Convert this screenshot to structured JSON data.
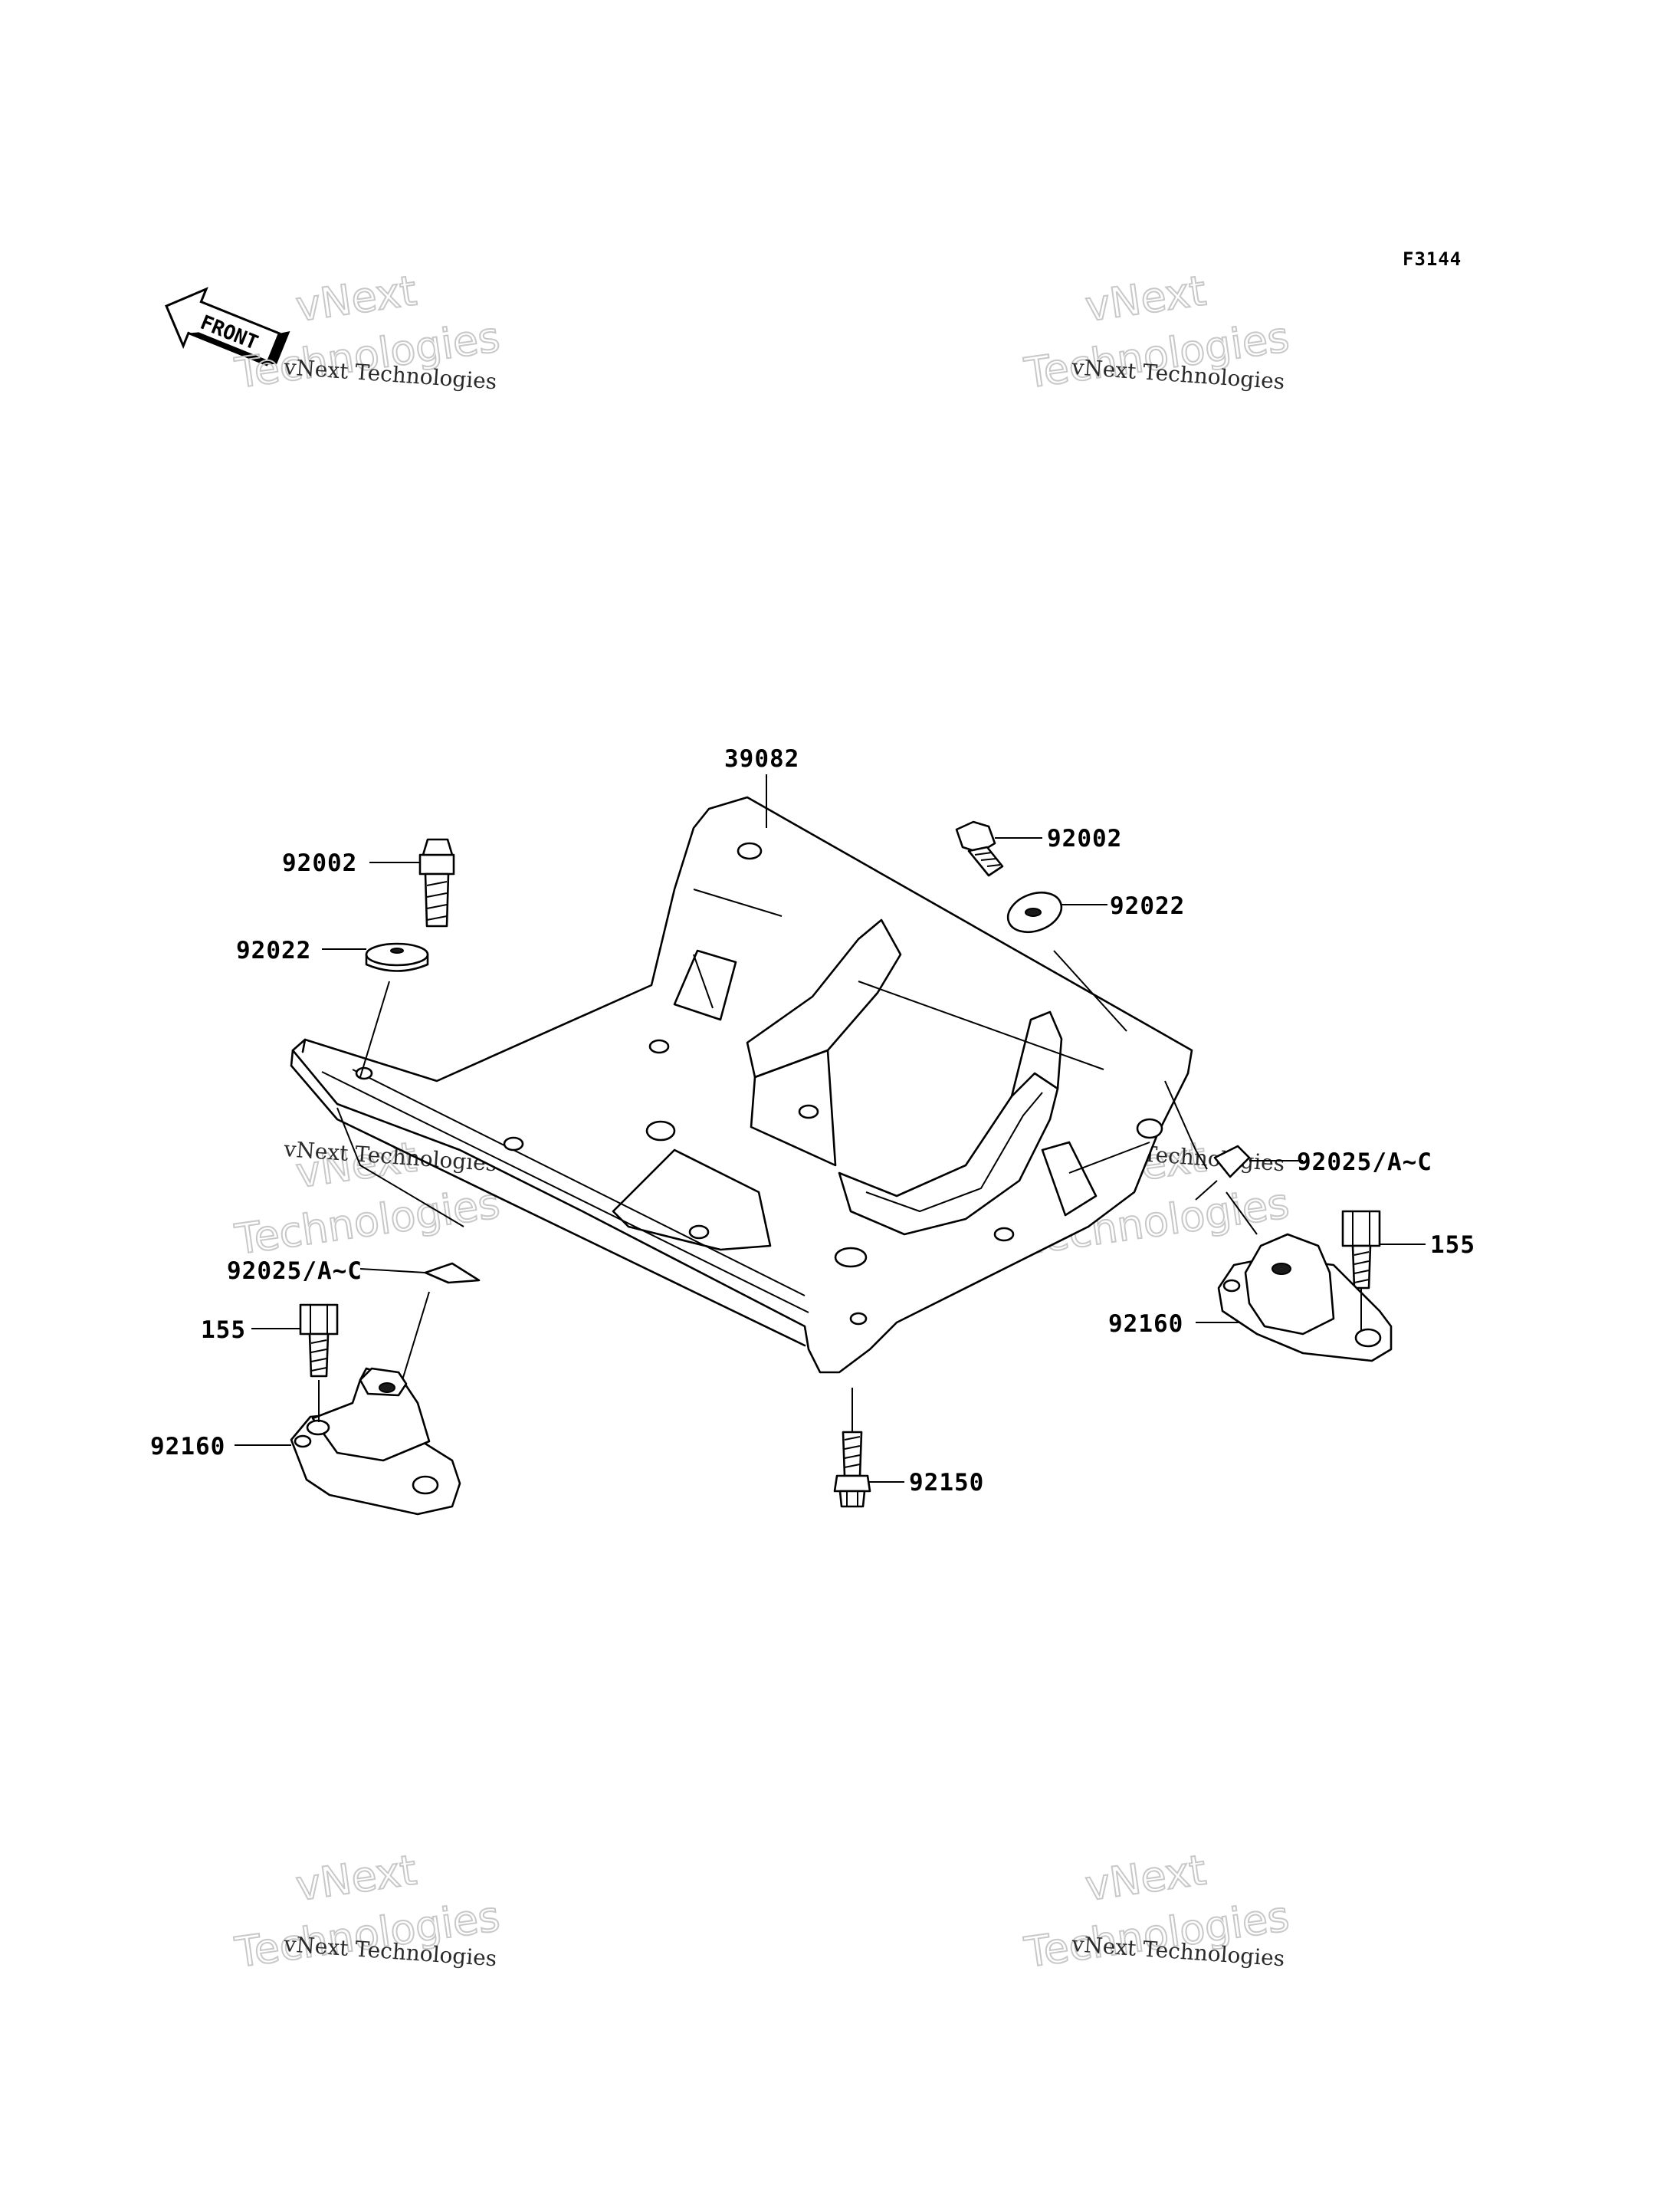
{
  "diagram_code": "F3144",
  "front_arrow": {
    "label": "FRONT",
    "icon": "front-direction-arrow-icon"
  },
  "watermark": {
    "line1": "vNext Technologies",
    "line2a": "vNext",
    "line2b": "Technologies"
  },
  "parts": {
    "p39082": "39082",
    "p92002_left": "92002",
    "p92002_right": "92002",
    "p92022_left": "92022",
    "p92022_right": "92022",
    "p92025_left": "92025/A~C",
    "p92025_right": "92025/A~C",
    "p155_left": "155",
    "p155_right": "155",
    "p92160_left": "92160",
    "p92160_right": "92160",
    "p92150": "92150"
  }
}
